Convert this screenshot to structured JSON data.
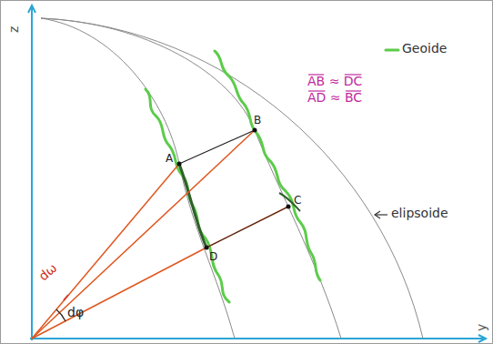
{
  "diagram": {
    "labels": [
      "z",
      "y",
      "A",
      "B",
      "C",
      "D",
      "dω",
      "dφ",
      "AB ≈ DC",
      "AD ≈ BC",
      "elipsoide"
    ],
    "legend": [
      {
        "text": "Geoide"
      }
    ]
  }
}
